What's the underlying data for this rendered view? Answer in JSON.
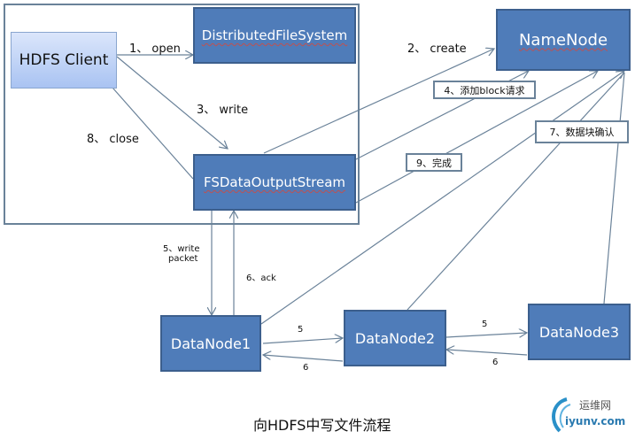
{
  "diagram": {
    "caption": "向HDFS中写文件流程",
    "nodes": {
      "client": "HDFS  Client",
      "dfs": "DistributedFileSystem",
      "namenode": "NameNode",
      "fsdos": "FSDataOutputStream",
      "dn1": "DataNode1",
      "dn2": "DataNode2",
      "dn3": "DataNode3"
    },
    "edges": {
      "open": "1、 open",
      "create": "2、 create",
      "write": "3、 write",
      "add_block": "4、添加block请求",
      "write_packet_1": "5、write",
      "write_packet_2": "packet",
      "ack": "6、ack",
      "confirm": "7、数据块确认",
      "close": "8、 close",
      "complete": "9、完成",
      "dn1_dn2_fwd": "5",
      "dn2_dn1_back": "6",
      "dn2_dn3_fwd": "5",
      "dn3_dn2_back": "6"
    },
    "colors": {
      "node_fill": "#4f7cb9",
      "node_border": "#3c5f8d",
      "line": "#6a8299",
      "client_fill_top": "#dbe6fb",
      "client_fill_bottom": "#a9c3f2"
    },
    "logo": {
      "cn": "运维网",
      "en": "iyunv.com"
    }
  }
}
